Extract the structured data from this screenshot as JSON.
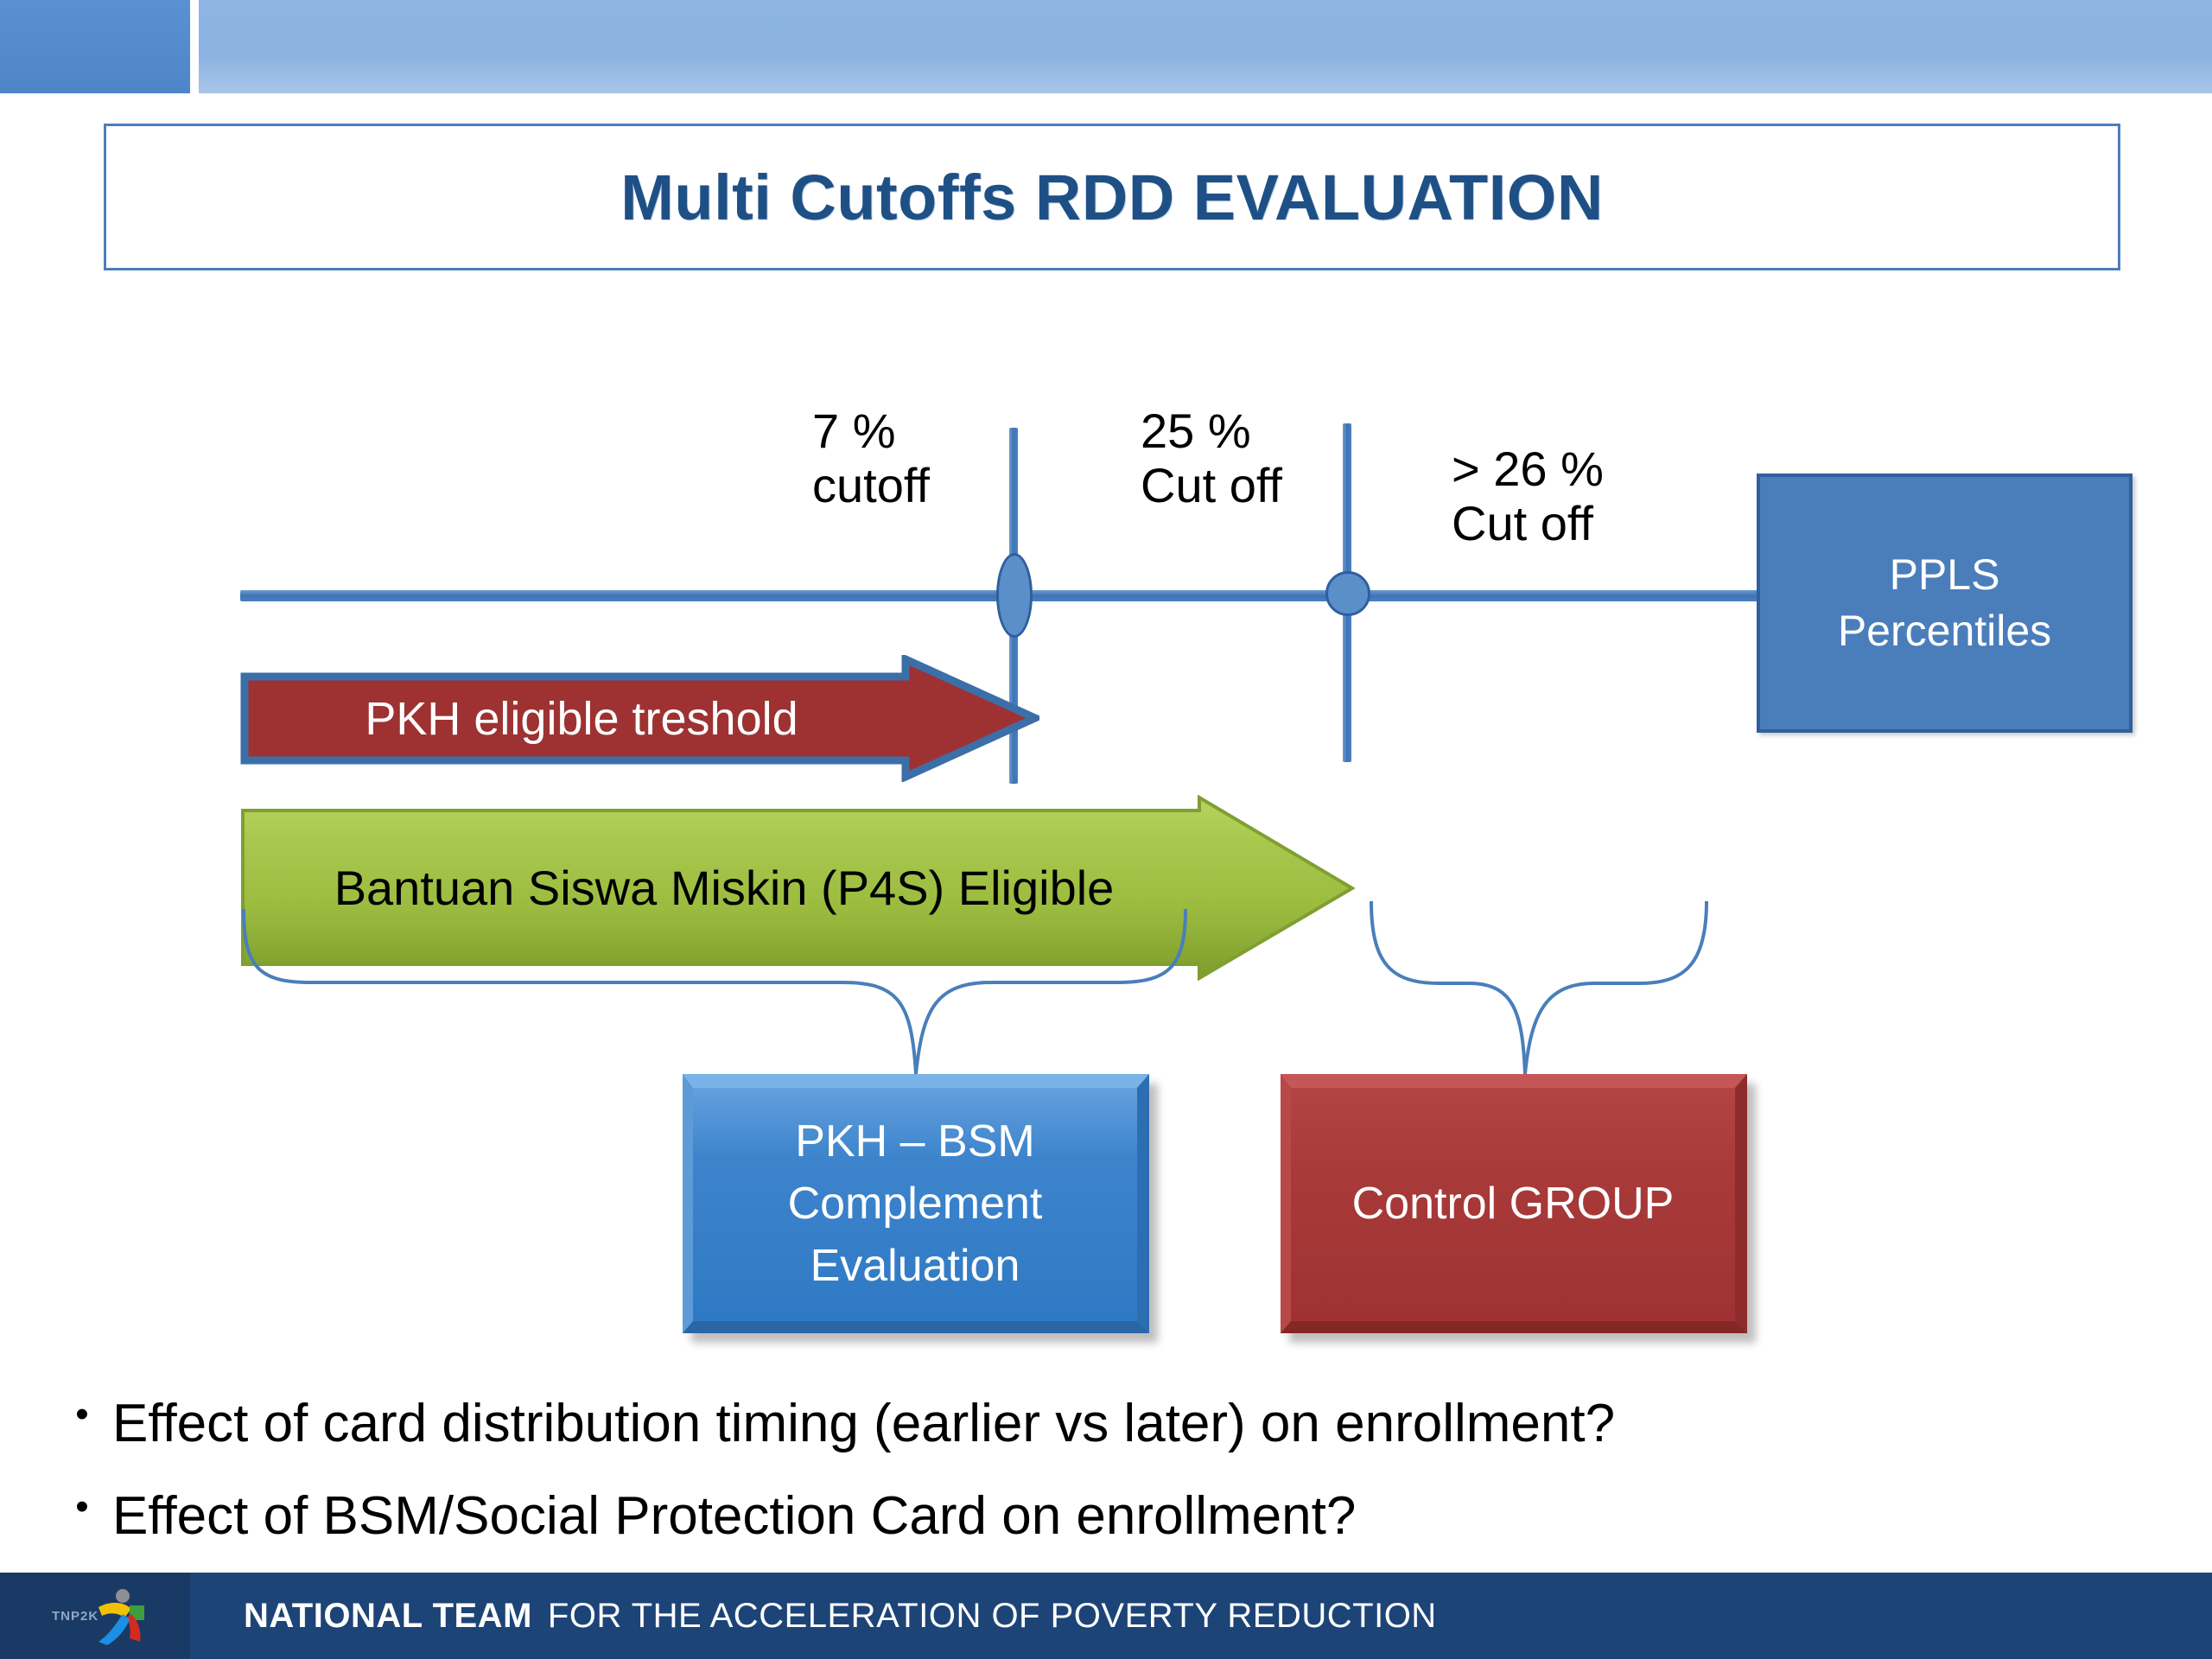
{
  "slide": {
    "title": "Multi Cutoffs RDD EVALUATION"
  },
  "diagram": {
    "cutoffs": [
      {
        "label": "7 %\ncutoff"
      },
      {
        "label": "25 %\nCut off"
      },
      {
        "label": "> 26 %\nCut off"
      }
    ],
    "axis_end_box": "PPLS\nPercentiles",
    "red_arrow_label": "PKH eligible treshold",
    "green_arrow_label": "Bantuan Siswa  Miskin (P4S)  Eligible",
    "outcome_boxes": [
      {
        "label": "PKH – BSM\nComplement\nEvaluation"
      },
      {
        "label": "Control GROUP"
      }
    ]
  },
  "bullets": [
    {
      "marker": "•",
      "text": "Effect of card distribution timing (earlier vs later) on enrollment?"
    },
    {
      "marker": "•",
      "text": "Effect of BSM/Social Protection Card on enrollment?"
    }
  ],
  "footer": {
    "logo_text": "TNP2K",
    "org_bold": "NATIONAL TEAM",
    "org_rest": "FOR THE ACCELERATION OF POVERTY REDUCTION"
  },
  "colors": {
    "accent_blue": "#4a7ebb",
    "dark_blue": "#1f5085",
    "header_light": "#8db4e2",
    "header_dark": "#5b91d2",
    "red": "#9e3232",
    "green": "#9bbb3f",
    "footer_navy": "#1d4477"
  }
}
